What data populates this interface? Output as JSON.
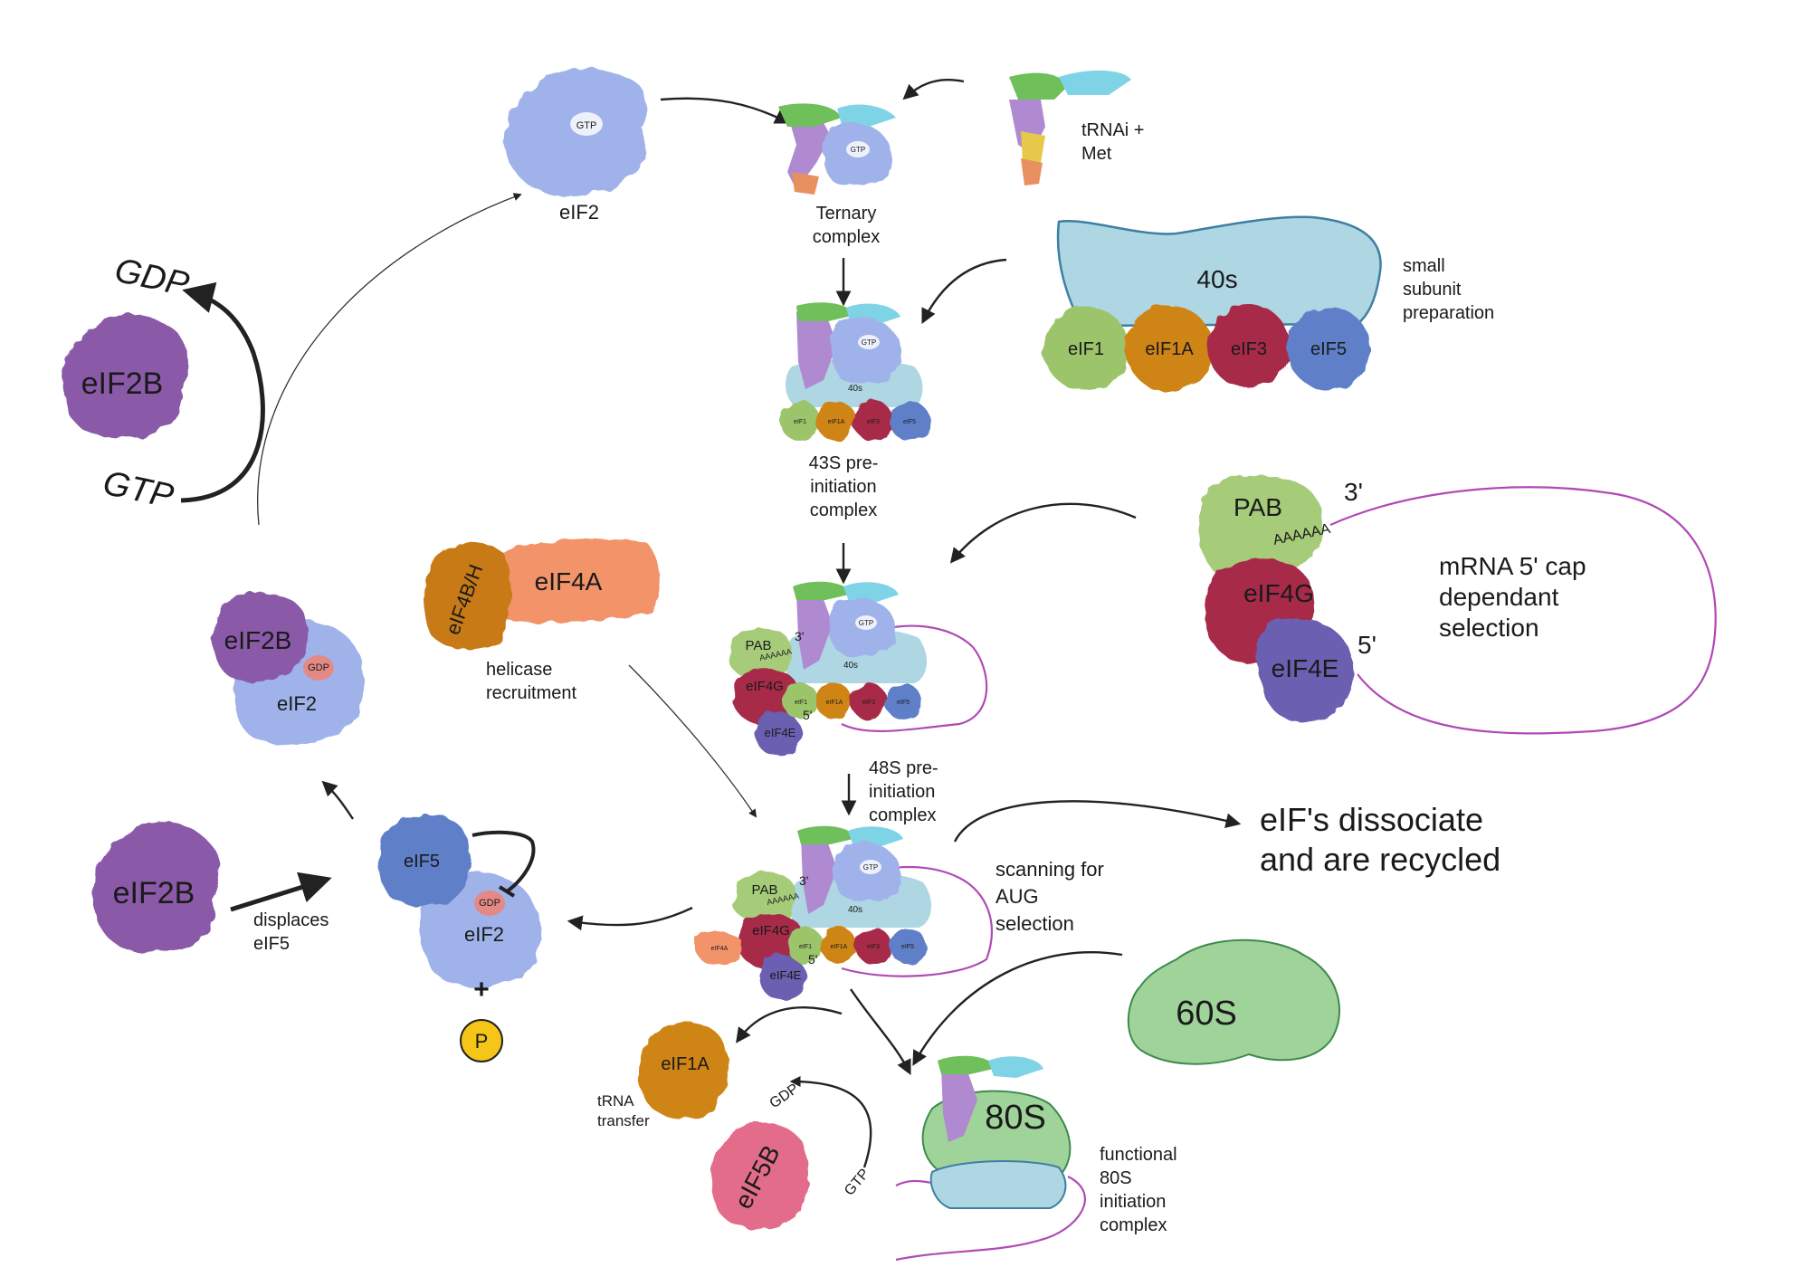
{
  "colors": {
    "eIF2": "#9fb3ea",
    "eIF2B": "#8a5aa8",
    "eIF1": "#9cc46a",
    "eIF1A": "#cf8412",
    "eIF3": "#a82b48",
    "eIF5": "#5f7fc9",
    "ribosome40s": "#aed6e3",
    "ribosome60s": "#9fd39a",
    "eIF4A": "#f2936a",
    "eIF4BH": "#c77a12",
    "PAB": "#a6cc7a",
    "eIF4G": "#a82b48",
    "eIF4E": "#6b5eb0",
    "eIF5B": "#e36c8a",
    "gdp": "#e48a86",
    "phosphate": "#f5c518",
    "mrna": "#b04ab5"
  },
  "labels": {
    "eif2_top": "eIF2",
    "gtp_top": "GTP",
    "ternary": [
      "Ternary",
      "complex"
    ],
    "trna": [
      "tRNAi +",
      "Met"
    ],
    "ssu_40s": "40s",
    "ssu_eif1": "eIF1",
    "ssu_eif1a": "eIF1A",
    "ssu_eif3": "eIF3",
    "ssu_eif5": "eIF5",
    "small_subunit": [
      "small",
      "subunit",
      "preparation"
    ],
    "pre43s": [
      "43S pre-",
      "initiation",
      "complex"
    ],
    "gdp_big": "GDP",
    "gtp_big": "GTP",
    "eif2b_top": "eIF2B",
    "pab": "PAB",
    "three_prime": "3'",
    "polya": "AAAAAA",
    "eif4g": "eIF4G",
    "eif4e": "eIF4E",
    "five_prime": "5'",
    "mrna_sel": [
      "mRNA 5' cap",
      "dependant",
      "selection"
    ],
    "eif4bh": "eIF4B/H",
    "eif4a": "eIF4A",
    "helicase": [
      "helicase",
      "recruitment"
    ],
    "eif2b_mid": "eIF2B",
    "gdp_small": "GDP",
    "eif2_mid": "eIF2",
    "pre48s": [
      "48S pre-",
      "initiation",
      "complex"
    ],
    "scanning": [
      "scanning for",
      "AUG",
      "selection"
    ],
    "dissociate": [
      "eIF's dissociate",
      "and are recycled"
    ],
    "eif2b_bottom": "eIF2B",
    "displaces": [
      "displaces",
      "eIF5"
    ],
    "eif5_bottom": "eIF5",
    "eif2_bottom": "eIF2",
    "plus": "+",
    "phos": "P",
    "ssu_60s": "60S",
    "eif1a_bottom": "eIF1A",
    "trna_transfer": [
      "tRNA",
      "transfer"
    ],
    "gdp_5b": "GDP",
    "gtp_5b": "GTP",
    "eif5b": "eIF5B",
    "s80": "80S",
    "functional": [
      "functional",
      "80S",
      "initiation",
      "complex"
    ],
    "mini_eif1": "eIF1",
    "mini_eif1a": "eIF1A",
    "mini_eif3": "eIF3",
    "mini_eif5": "eIF5",
    "mini_40s": "40s",
    "mini_gtp": "GTP",
    "mini_pab": "PAB",
    "mini_eif4g": "eIF4G",
    "mini_eif4e": "eIF4E",
    "mini_3": "3'",
    "mini_5": "5'",
    "mini_polya": "AAAAAA",
    "mini_eif4a": "eIF4A"
  }
}
